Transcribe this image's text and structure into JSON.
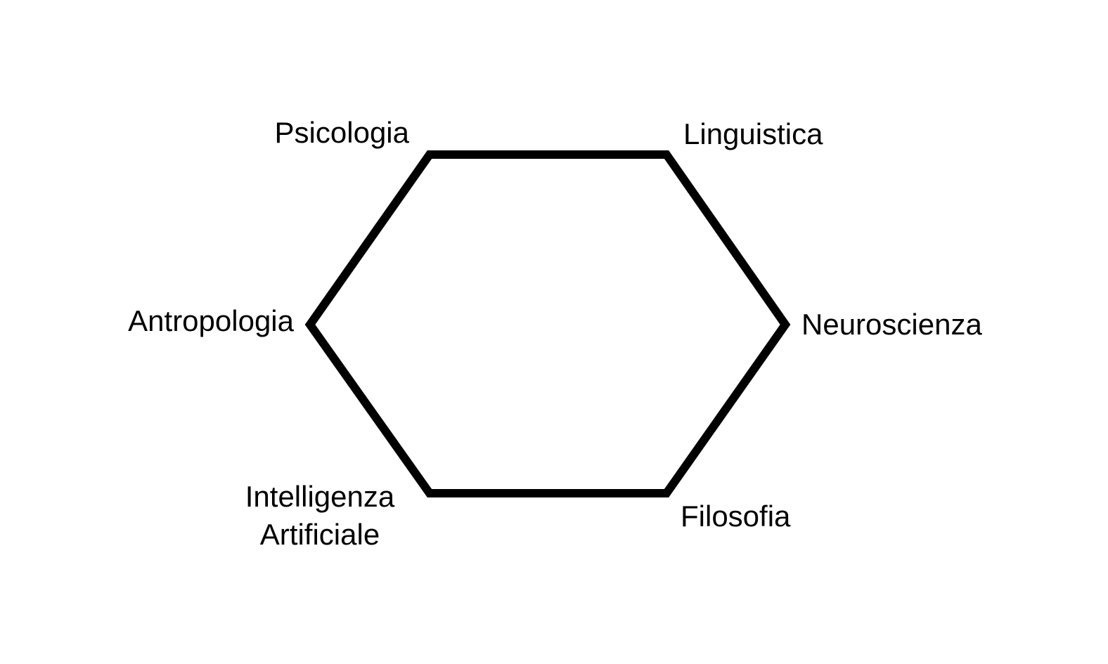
{
  "diagram": {
    "stroke_color": "#000000",
    "background_color": "#ffffff",
    "vertices": [
      {
        "id": "psicologia",
        "label": "Psicologia"
      },
      {
        "id": "linguistica",
        "label": "Linguistica"
      },
      {
        "id": "neuroscienza",
        "label": "Neuroscienza"
      },
      {
        "id": "filosofia",
        "label": "Filosofia"
      },
      {
        "id": "intelligenza-artificiale",
        "label_lines": [
          "Intelligenza",
          "Artificiale"
        ]
      },
      {
        "id": "antropologia",
        "label": "Antropologia"
      }
    ]
  }
}
